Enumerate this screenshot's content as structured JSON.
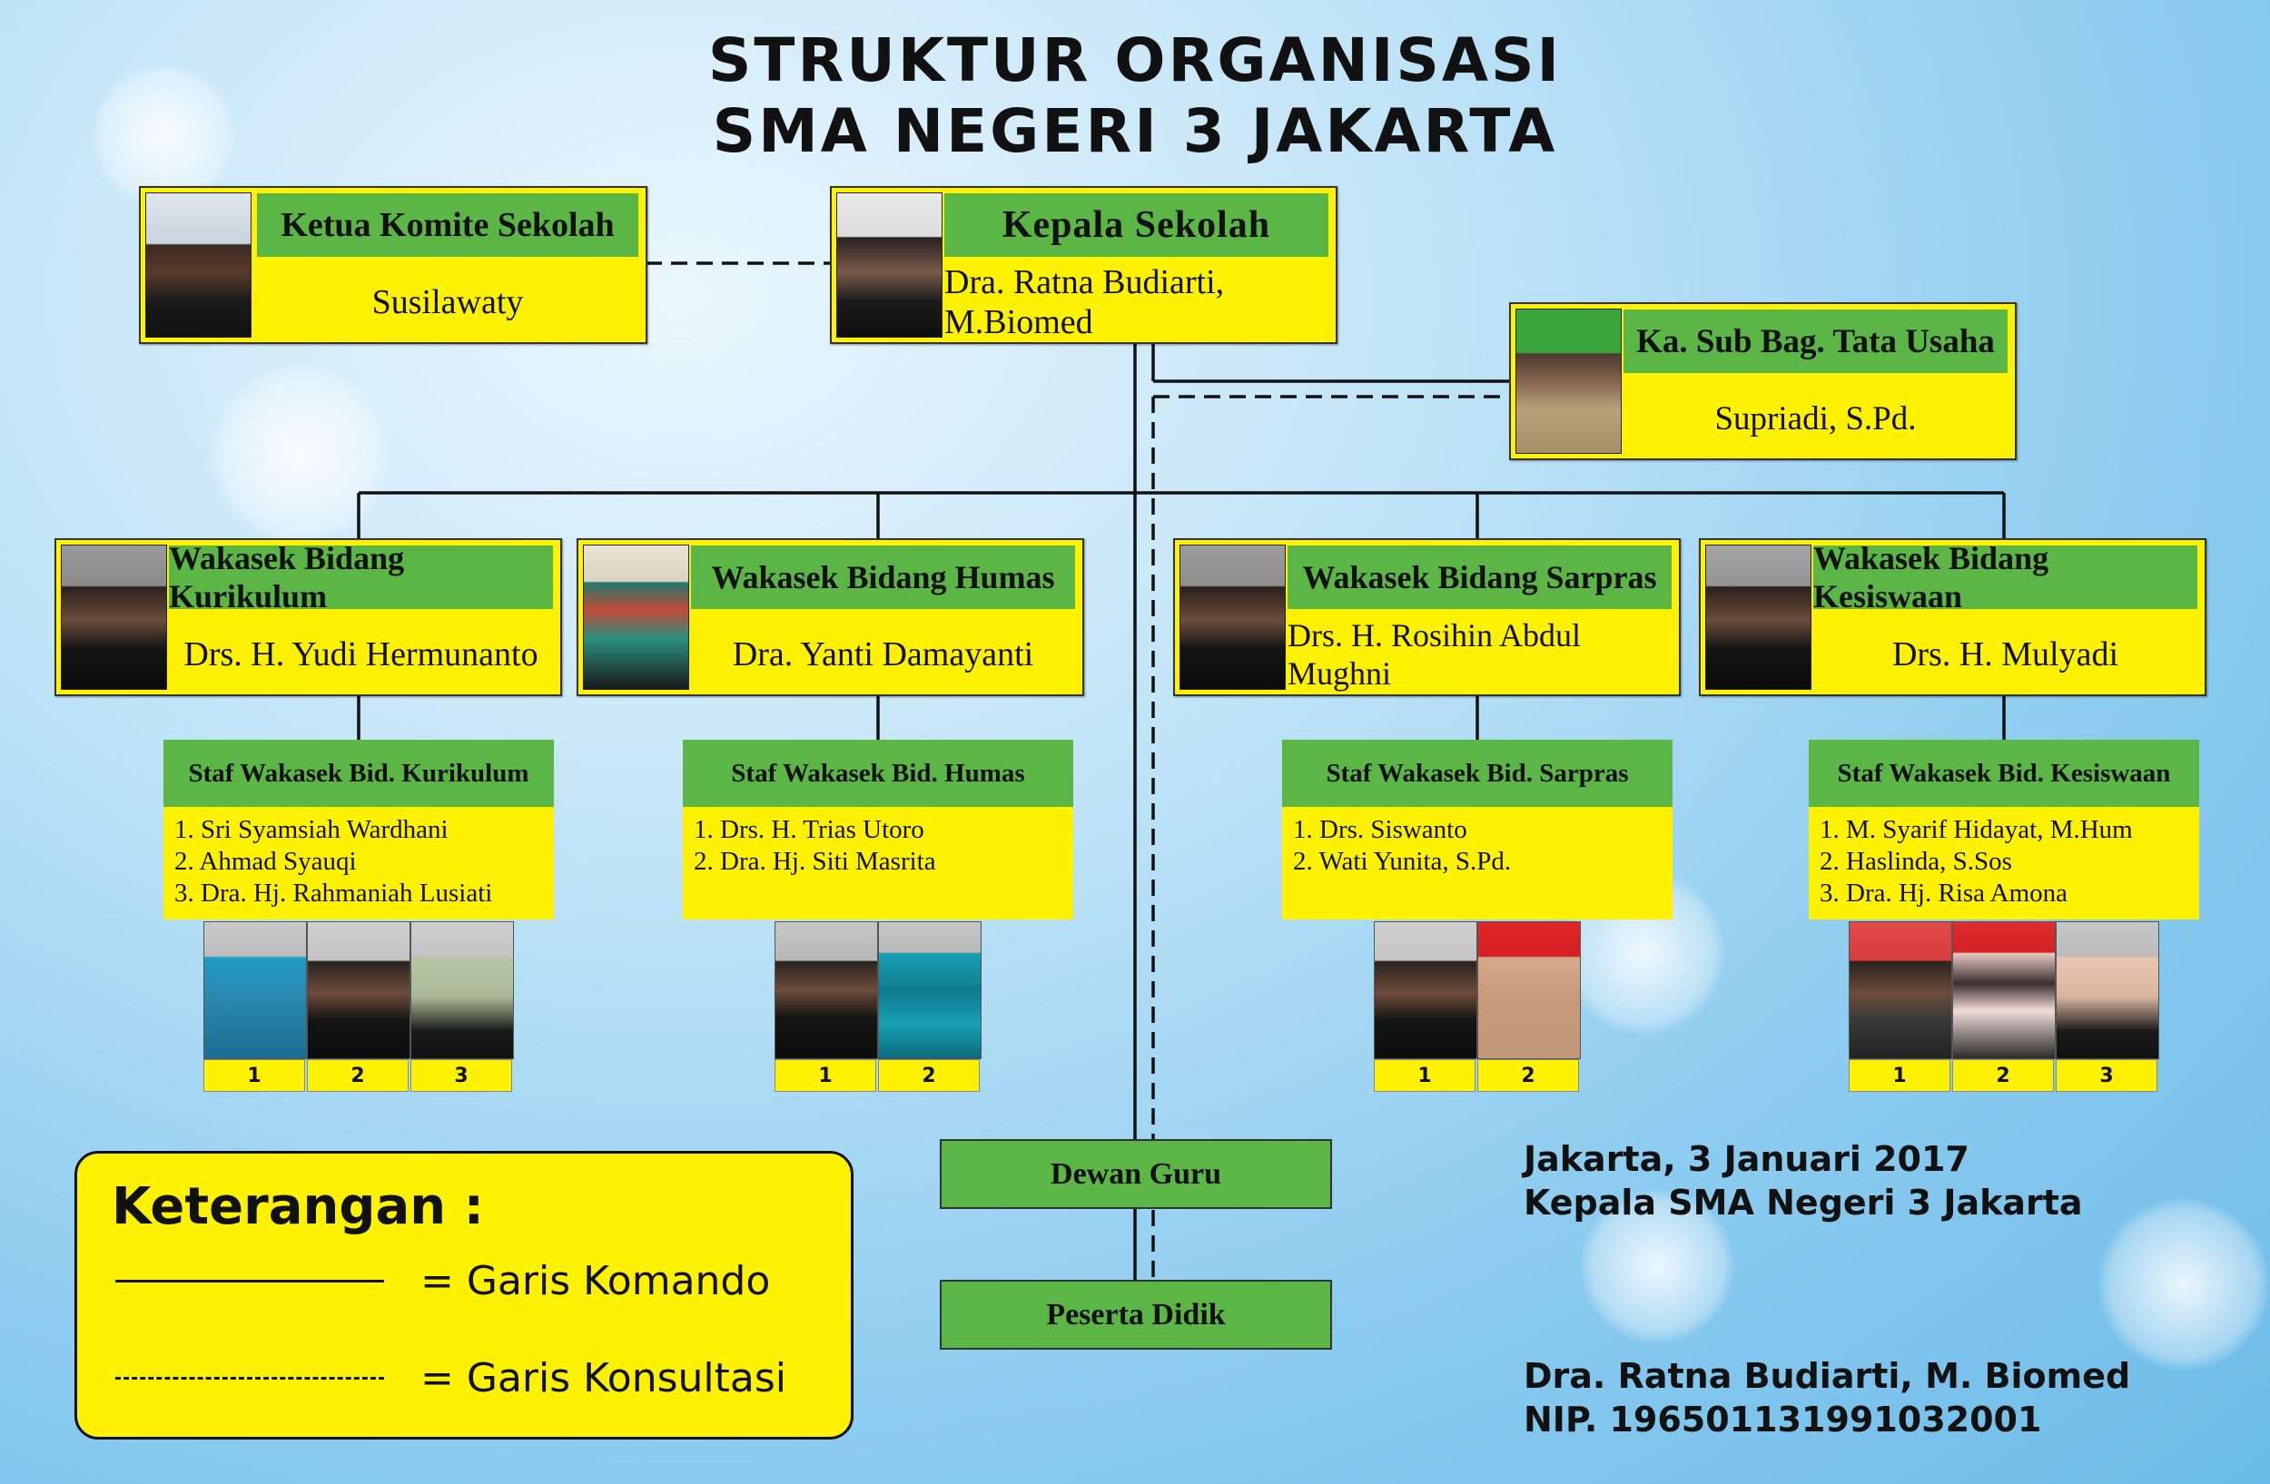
{
  "title": {
    "line1": "STRUKTUR ORGANISASI",
    "line2": "SMA NEGERI 3 JAKARTA"
  },
  "colors": {
    "box_fill": "#fff200",
    "header_fill": "#5cb646",
    "background": "#8fcdf0"
  },
  "komite": {
    "role": "Ketua Komite Sekolah",
    "name": "Susilawaty",
    "photo": "portrait-photo"
  },
  "kepala": {
    "role": "Kepala Sekolah",
    "name": "Dra. Ratna Budiarti, M.Biomed",
    "photo": "portrait-photo"
  },
  "tata_usaha": {
    "role": "Ka. Sub Bag. Tata Usaha",
    "name": "Supriadi, S.Pd.",
    "photo": "portrait-photo"
  },
  "wakasek": [
    {
      "role": "Wakasek Bidang Kurikulum",
      "name": "Drs. H. Yudi Hermunanto"
    },
    {
      "role": "Wakasek Bidang Humas",
      "name": "Dra. Yanti Damayanti"
    },
    {
      "role": "Wakasek Bidang Sarpras",
      "name": "Drs. H. Rosihin Abdul Mughni"
    },
    {
      "role": "Wakasek Bidang Kesiswaan",
      "name": "Drs. H. Mulyadi"
    }
  ],
  "staf": [
    {
      "title": "Staf Wakasek Bid. Kurikulum",
      "members": [
        "1. Sri Syamsiah Wardhani",
        "2. Ahmad Syauqi",
        "3. Dra. Hj. Rahmaniah Lusiati"
      ],
      "photo_numbers": [
        "1",
        "2",
        "3"
      ]
    },
    {
      "title": "Staf Wakasek Bid. Humas",
      "members": [
        "1. Drs. H. Trias Utoro",
        "2. Dra. Hj. Siti Masrita"
      ],
      "photo_numbers": [
        "1",
        "2"
      ]
    },
    {
      "title": "Staf Wakasek Bid. Sarpras",
      "members": [
        "1. Drs. Siswanto",
        "2. Wati Yunita, S.Pd."
      ],
      "photo_numbers": [
        "1",
        "2"
      ]
    },
    {
      "title": "Staf Wakasek Bid. Kesiswaan",
      "members": [
        "1. M. Syarif Hidayat, M.Hum",
        "2. Haslinda, S.Sos",
        "3. Dra. Hj. Risa Amona"
      ],
      "photo_numbers": [
        "1",
        "2",
        "3"
      ]
    }
  ],
  "dewan_guru": "Dewan Guru",
  "peserta_didik": "Peserta Didik",
  "legend": {
    "title": "Keterangan :",
    "komando": "= Garis Komando",
    "konsultasi": "= Garis Konsultasi"
  },
  "signature": {
    "place_date": "Jakarta, 3 Januari 2017",
    "position": "Kepala SMA Negeri 3 Jakarta",
    "name": "Dra. Ratna Budiarti, M. Biomed",
    "nip": "NIP. 196501131991032001"
  }
}
